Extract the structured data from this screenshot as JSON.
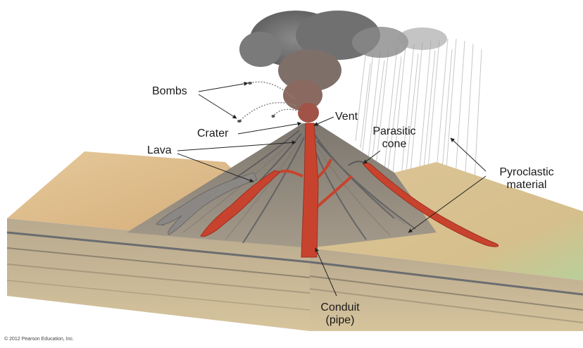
{
  "labels": {
    "bombs": "Bombs",
    "crater": "Crater",
    "vent": "Vent",
    "lava": "Lava",
    "parasitic_cone_line1": "Parasitic",
    "parasitic_cone_line2": "cone",
    "pyroclastic_line1": "Pyroclastic",
    "pyroclastic_line2": "material",
    "conduit_line1": "Conduit",
    "conduit_line2": "(pipe)"
  },
  "copyright": "© 2012 Pearson Education, Inc.",
  "colors": {
    "lava": "#c8432e",
    "cone": "#8f877a",
    "ground": "#d8b98a",
    "strata": "#a59784",
    "ash_cloud": "#6e6e6e",
    "leader_line": "#222222"
  },
  "icons": {
    "eruption_plume": "ash-cloud-icon",
    "bomb": "volcanic-bomb-icon"
  }
}
